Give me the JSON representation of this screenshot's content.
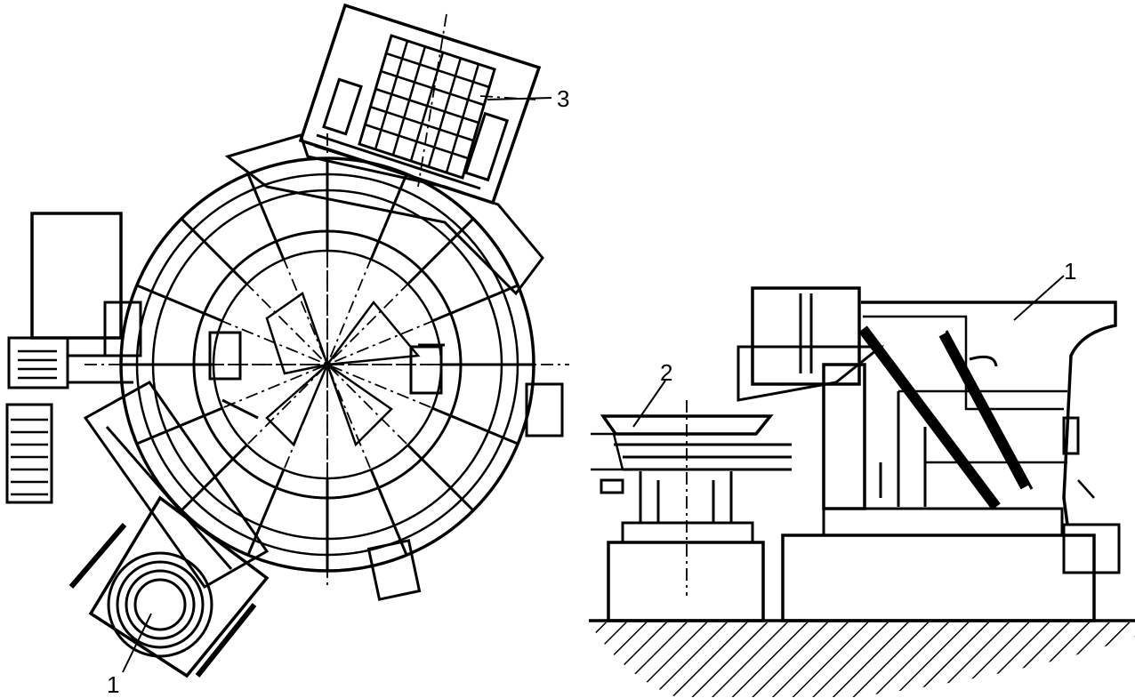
{
  "diagram": {
    "labels": {
      "three": "3",
      "one_plan": "1",
      "one_elevation": "1",
      "two": "2"
    }
  },
  "colors": {
    "ink": "#000000",
    "paper": "#ffffff"
  }
}
